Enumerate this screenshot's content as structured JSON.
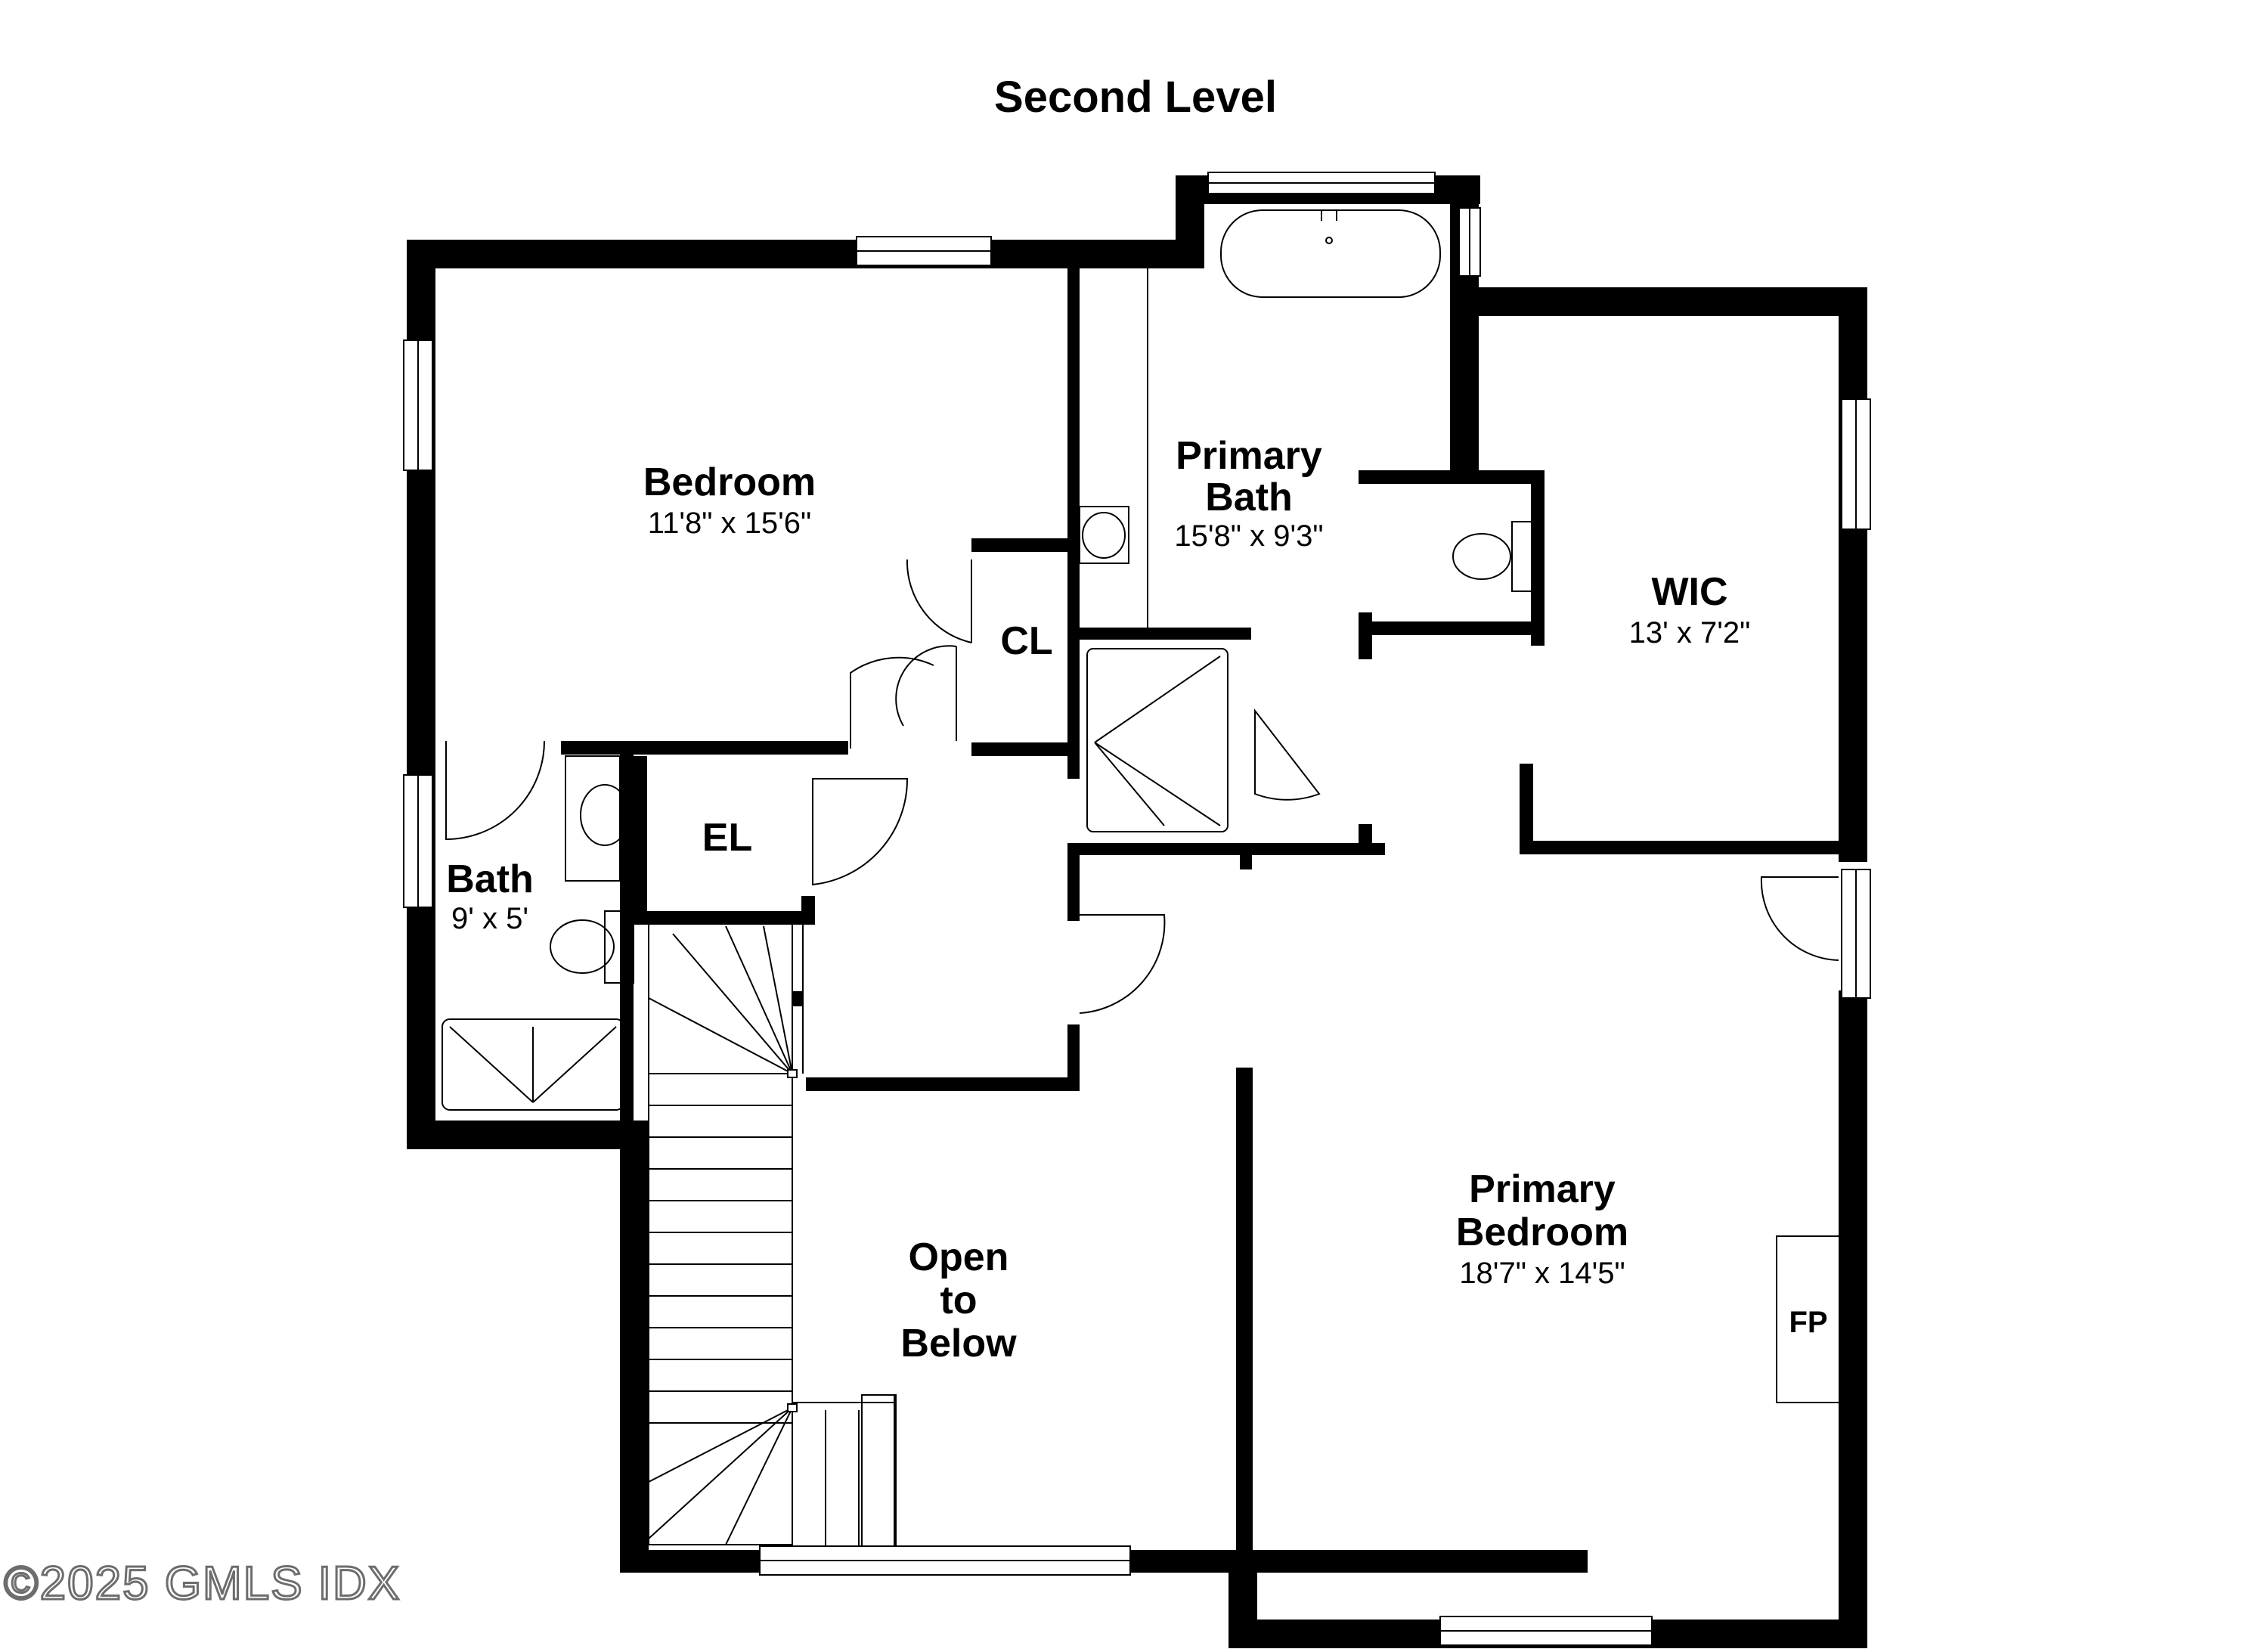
{
  "title": "Second Level",
  "rooms": {
    "bedroom": {
      "name": "Bedroom",
      "dims": "11'8\" x 15'6\""
    },
    "primary_bath": {
      "name_line1": "Primary",
      "name_line2": "Bath",
      "dims": "15'8\" x 9'3\""
    },
    "wic": {
      "name": "WIC",
      "dims": "13' x 7'2\""
    },
    "cl": {
      "name": "CL"
    },
    "el": {
      "name": "EL"
    },
    "bath": {
      "name": "Bath",
      "dims": "9' x 5'"
    },
    "open_to_below": {
      "line1": "Open",
      "line2": "to",
      "line3": "Below"
    },
    "primary_bedroom": {
      "name_line1": "Primary",
      "name_line2": "Bedroom",
      "dims": "18'7\" x 14'5\""
    },
    "fp": {
      "name": "FP"
    }
  },
  "copyright": "©2025 GMLS IDX"
}
